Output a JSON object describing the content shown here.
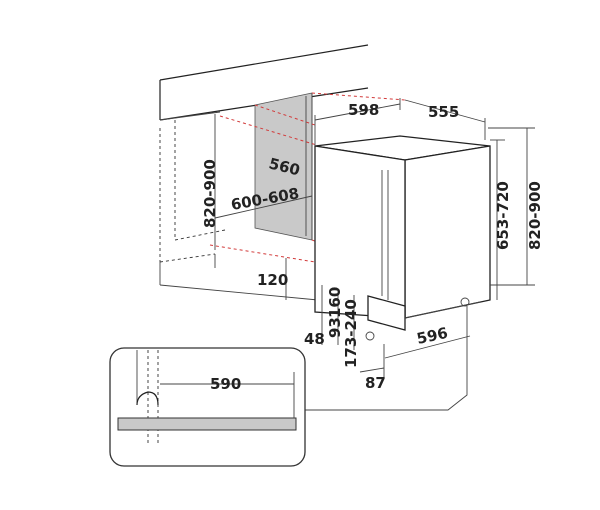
{
  "dimensions": {
    "unit_depth_top": "555",
    "unit_width_top": "598",
    "niche_depth": "560",
    "niche_width": "600-608",
    "niche_height_left": "820-900",
    "unit_height": "653-720",
    "unit_height_total": "820-900",
    "base_gap": "120",
    "kick_160": "160",
    "kick_93": "93",
    "kick_range": "173-240",
    "offset_48": "48",
    "depth_596": "596",
    "foot_87": "87",
    "detail_590": "590"
  }
}
